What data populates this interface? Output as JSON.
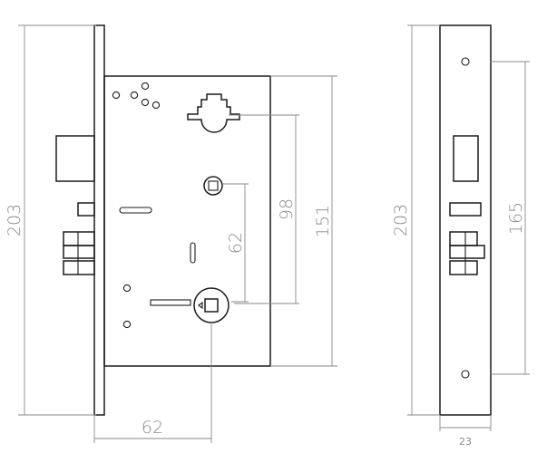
{
  "drawing": {
    "lock_body": {
      "height": "203",
      "width": "62",
      "cylinder_to_hub": "98",
      "body_height": "151",
      "keyhole_to_hub": "62"
    },
    "strike_plate": {
      "height": "203",
      "screw_spacing": "165",
      "width": "23"
    }
  }
}
